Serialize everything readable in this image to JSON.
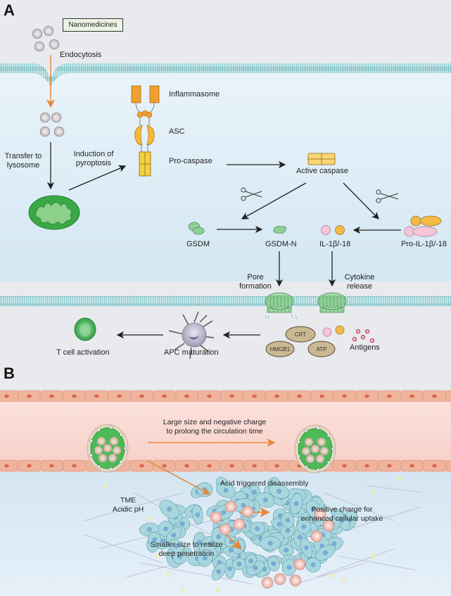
{
  "panel_a": {
    "letter": "A",
    "nanomedicines": "Nanomedicines",
    "endocytosis": "Endocytosis",
    "transfer_to_lysosome": [
      "Transfer to",
      "lysosome"
    ],
    "induction_of_pyroptosis": [
      "Induction of",
      "pyroptosis"
    ],
    "inflammasome": "Inflammasome",
    "asc": "ASC",
    "pro_caspase": "Pro-caspase",
    "active_caspase": "Active caspase",
    "gsdm": "GSDM",
    "gsdm_n": "GSDM-N",
    "il": "IL-1β/-18",
    "pro_il": "Pro-IL-1β/-18",
    "pore_formation": [
      "Pore",
      "formation"
    ],
    "cytokine_release": [
      "Cytokine",
      "release"
    ],
    "crt": "CRT",
    "hmgb1": "HMGB1",
    "atp": "ATP",
    "antigens": "Antigens",
    "apc_maturation": "APC maturation",
    "t_cell_activation": "T cell activation"
  },
  "panel_b": {
    "letter": "B",
    "circulation": [
      "Large size and negative charge",
      "to prolong the circulation time"
    ],
    "acid_disassembly": "Acid triggered disassembly",
    "tme": [
      "TME",
      "Acidic pH"
    ],
    "positive_charge": [
      "Positive charge for",
      "enhanced cellular uptake"
    ],
    "smaller_size": [
      "Smaller size to realize",
      "deep penetration"
    ]
  },
  "colors": {
    "membrane": "#9fd3d6",
    "cytoplasm": "#dcebf6",
    "orange_arrow": "#e8883a",
    "inflammasome": "#f0a030",
    "caspase": "#f5d040",
    "lysosome": "#3aa845",
    "gsdm": "#8fcf9a",
    "pink": "#f4c6d6",
    "vessel_wall": "#f0b49c",
    "vessel_lumen": "#fbe4e0",
    "tumor_cell": "#9fd0d8"
  }
}
